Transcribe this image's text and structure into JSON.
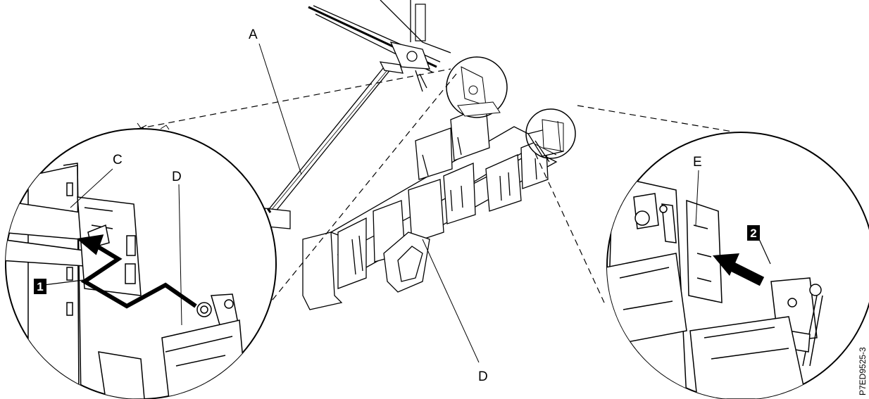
{
  "callouts": {
    "a": "A",
    "c": "C",
    "d_left": "D",
    "d_center": "D",
    "e": "E"
  },
  "steps": {
    "one": "1",
    "two": "2"
  },
  "figure_id": "P7ED9525-3"
}
